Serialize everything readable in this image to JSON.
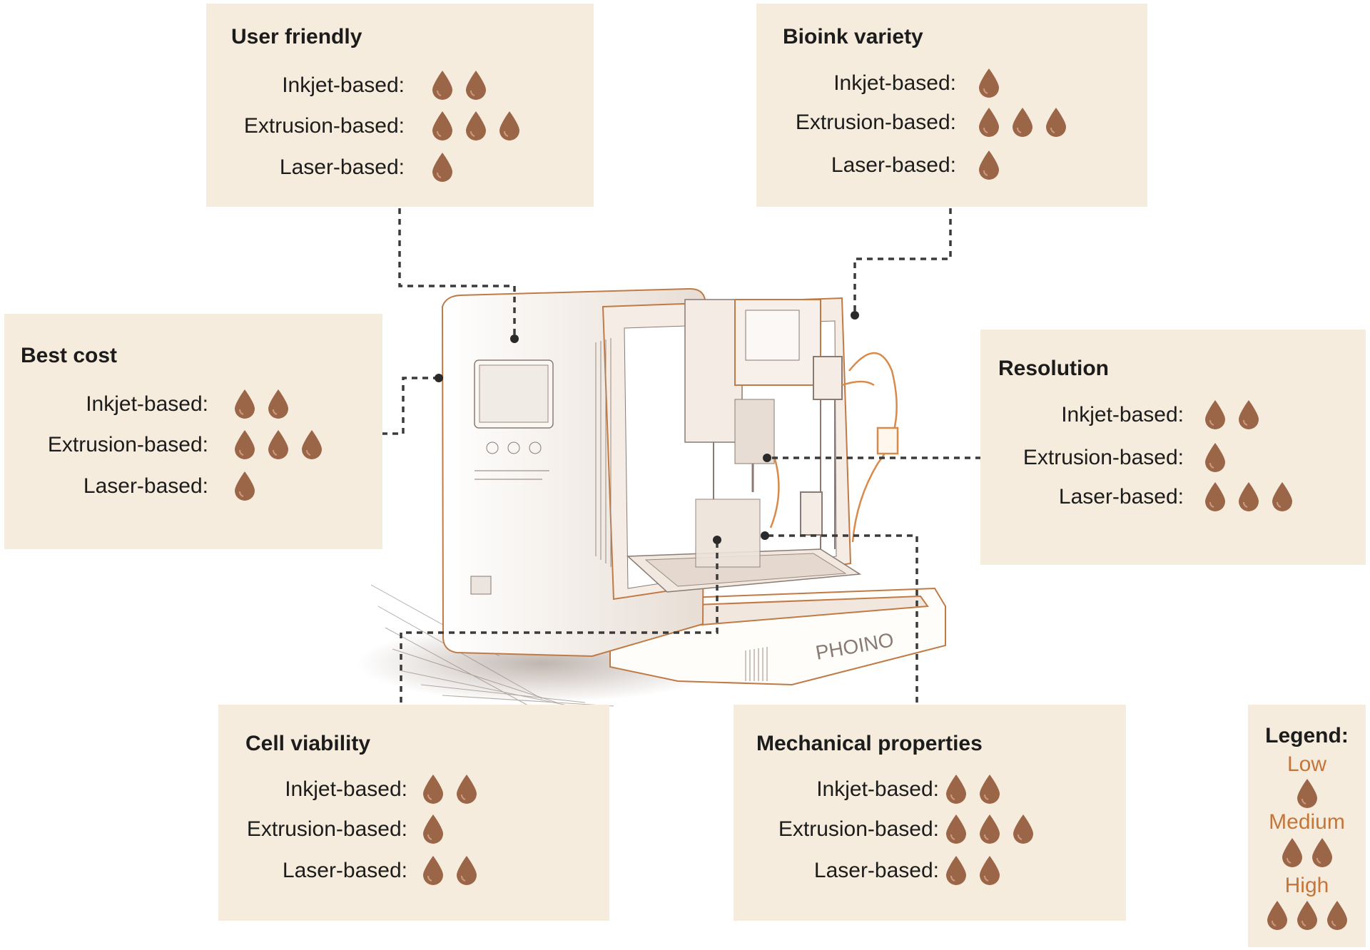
{
  "colors": {
    "panel_bg": "#f6ecdd",
    "drop": "#9b6547",
    "accent_orange": "#c4763a",
    "leader": "#3a3a3a"
  },
  "icons": {
    "rating": "drop-icon"
  },
  "printer_label": "PHOINO",
  "panels": {
    "user_friendly": {
      "title": "User friendly",
      "rows": [
        {
          "label": "Inkjet-based:",
          "rating": 2
        },
        {
          "label": "Extrusion-based:",
          "rating": 3
        },
        {
          "label": "Laser-based:",
          "rating": 1
        }
      ]
    },
    "bioink_variety": {
      "title": "Bioink variety",
      "rows": [
        {
          "label": "Inkjet-based:",
          "rating": 1
        },
        {
          "label": "Extrusion-based:",
          "rating": 3
        },
        {
          "label": "Laser-based:",
          "rating": 1
        }
      ]
    },
    "best_cost": {
      "title": "Best cost",
      "rows": [
        {
          "label": "Inkjet-based:",
          "rating": 2
        },
        {
          "label": "Extrusion-based:",
          "rating": 3
        },
        {
          "label": "Laser-based:",
          "rating": 1
        }
      ]
    },
    "resolution": {
      "title": "Resolution",
      "rows": [
        {
          "label": "Inkjet-based:",
          "rating": 2
        },
        {
          "label": "Extrusion-based:",
          "rating": 1
        },
        {
          "label": "Laser-based:",
          "rating": 3
        }
      ]
    },
    "cell_viability": {
      "title": "Cell viability",
      "rows": [
        {
          "label": "Inkjet-based:",
          "rating": 2
        },
        {
          "label": "Extrusion-based:",
          "rating": 1
        },
        {
          "label": "Laser-based:",
          "rating": 2
        }
      ]
    },
    "mechanical_properties": {
      "title": "Mechanical properties",
      "rows": [
        {
          "label": "Inkjet-based:",
          "rating": 2
        },
        {
          "label": "Extrusion-based:",
          "rating": 3
        },
        {
          "label": "Laser-based:",
          "rating": 2
        }
      ]
    }
  },
  "legend": {
    "title": "Legend:",
    "levels": [
      {
        "label": "Low",
        "rating": 1
      },
      {
        "label": "Medium",
        "rating": 2
      },
      {
        "label": "High",
        "rating": 3
      }
    ]
  }
}
